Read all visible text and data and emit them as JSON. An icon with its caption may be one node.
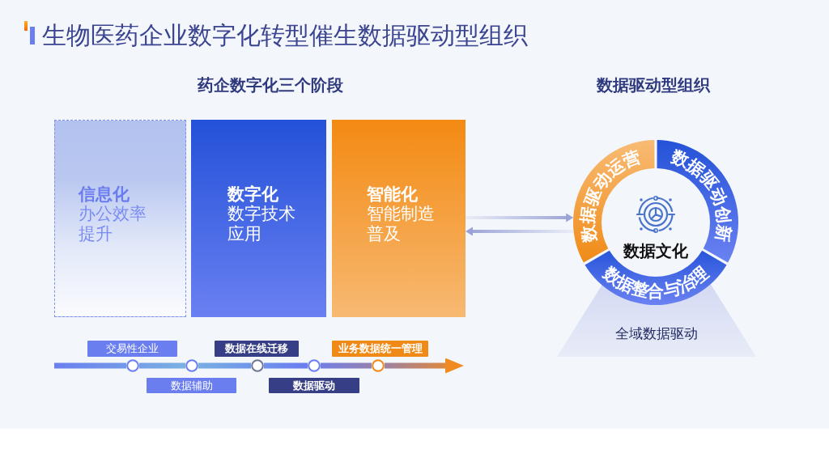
{
  "diagram": {
    "title": "生物医药企业数字化转型催生数据驱动型组织",
    "nodes": [
      {
        "text": [
          "信息化",
          "办公效率提升"
        ]
      },
      {
        "text": [
          "数字化",
          "数字技术应用"
        ]
      },
      {
        "text": [
          "智能化",
          "智能制造普及"
        ]
      },
      {
        "text": [
          "交易性企业"
        ]
      },
      {
        "text": [
          "数据辅助"
        ]
      },
      {
        "text": [
          "数据在线迁移"
        ]
      },
      {
        "text": [
          "数据驱动"
        ]
      },
      {
        "text": [
          "业务数据统一管理"
        ]
      },
      {
        "text": [],
        "shape": "circle"
      },
      {
        "text": [],
        "shape": "circle"
      },
      {
        "text": [],
        "shape": "circle"
      },
      {
        "text": [],
        "shape": "circle"
      },
      {
        "text": [],
        "shape": "circle"
      },
      {
        "text": [
          "数据驱动运营"
        ]
      },
      {
        "text": [
          "数据驱动创新"
        ]
      },
      {
        "text": [
          "数据整合与治理"
        ]
      },
      {
        "text": [
          "数据文化"
        ]
      },
      {
        "text": [
          "全域数据驱动"
        ]
      }
    ],
    "edges": [
      {
        "from": 2,
        "to": 13,
        "arrow": "to",
        "color": "#9aa2d6"
      },
      {
        "from": 13,
        "to": 2,
        "arrow": "to",
        "color": "#9aa2d6"
      },
      {
        "from": null,
        "to": 8,
        "arrow": "none"
      },
      {
        "from": 8,
        "to": 9,
        "arrow": "none"
      },
      {
        "from": 9,
        "to": 10,
        "arrow": "none"
      },
      {
        "from": 10,
        "to": 11,
        "arrow": "none"
      },
      {
        "from": 11,
        "to": 12,
        "arrow": "none"
      },
      {
        "from": 12,
        "to": null,
        "arrow": "to"
      }
    ],
    "labels": [
      "药企数字化三个阶段",
      "数据驱动型组织"
    ]
  }
}
